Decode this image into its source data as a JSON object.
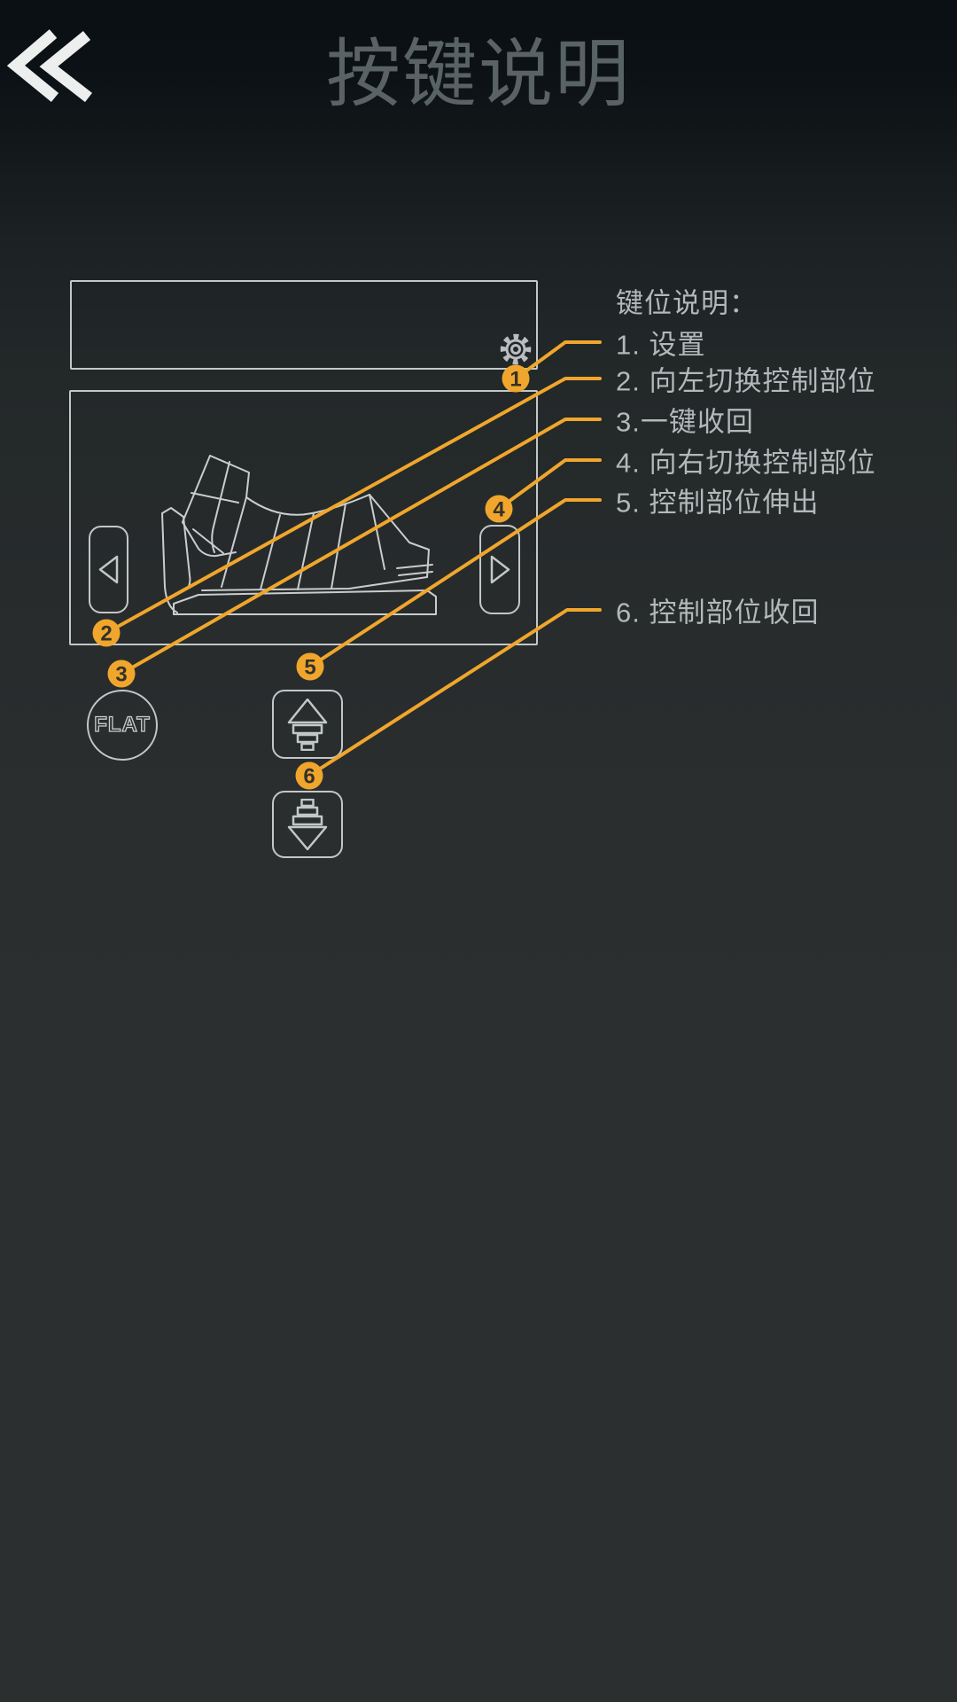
{
  "header": {
    "title": "按键说明",
    "back_icon": "double-chevron-left-icon"
  },
  "legend": {
    "heading": "键位说明：",
    "items": [
      {
        "num": "1",
        "label": "1. 设置"
      },
      {
        "num": "2",
        "label": "2. 向左切换控制部位"
      },
      {
        "num": "3",
        "label": "3.一键收回"
      },
      {
        "num": "4",
        "label": "4. 向右切换控制部位"
      },
      {
        "num": "5",
        "label": "5. 控制部位伸出"
      },
      {
        "num": "6",
        "label": "6. 控制部位收回"
      }
    ]
  },
  "remote": {
    "flat_label": "FLAT",
    "icons": {
      "settings": "gear-icon",
      "switch_left": "triangle-left-icon",
      "switch_right": "triangle-right-icon",
      "extend": "triangle-up-bars-icon",
      "retract": "triangle-down-bars-icon"
    },
    "illustration": "adjustable-bed-line-art"
  },
  "colors": {
    "accent_orange": "#F0A62C",
    "line_art": "#C9CDCE",
    "panel_border": "#C2C7C8",
    "legend_text": "#B3B9BA",
    "title_text": "#596265",
    "badge_number": "#33312A",
    "back_icon": "#EDEFEF",
    "background_top": "#0A1013",
    "background_bottom": "#2C2F30"
  }
}
